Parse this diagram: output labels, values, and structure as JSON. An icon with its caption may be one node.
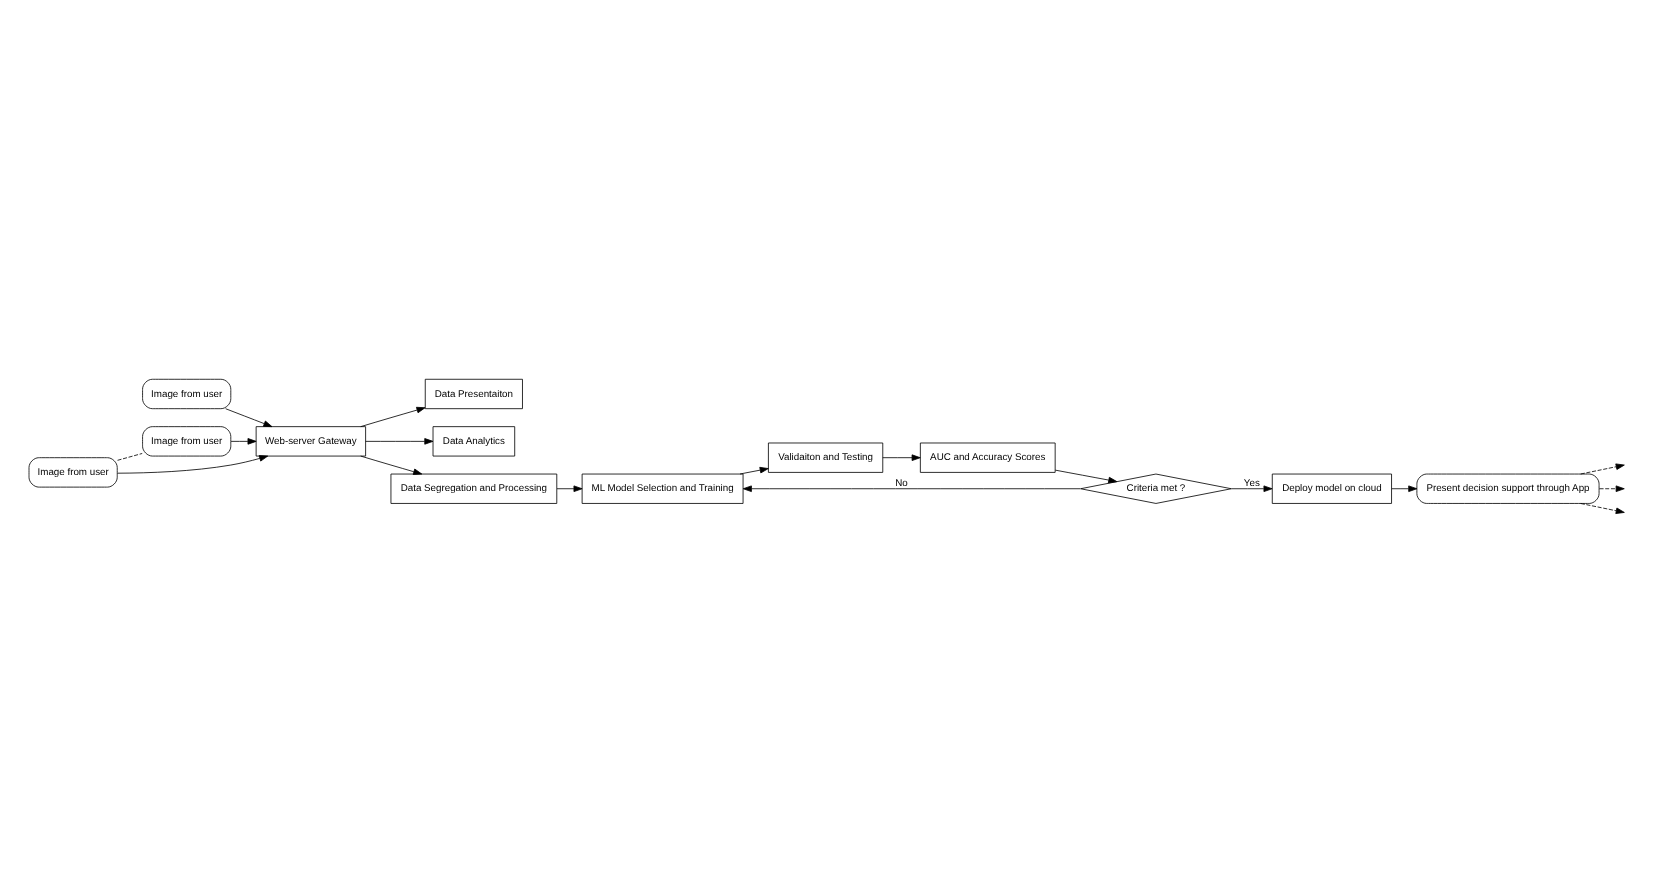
{
  "diagram": {
    "nodes": [
      {
        "text": [
          "Image from user"
        ]
      },
      {
        "text": [
          "Image from user"
        ]
      },
      {
        "text": [
          "Image from user"
        ]
      },
      {
        "text": [
          "Web-server Gateway"
        ]
      },
      {
        "text": [
          "Data Presentaiton"
        ]
      },
      {
        "text": [
          "Data Analytics"
        ]
      },
      {
        "text": [
          "Data Segregation and Processing"
        ]
      },
      {
        "text": [
          "ML Model Selection and Training"
        ]
      },
      {
        "text": [
          "Validaiton and Testing"
        ]
      },
      {
        "text": [
          "AUC and Accuracy Scores"
        ]
      },
      {
        "text": [
          "Criteria met ?"
        ]
      },
      {
        "text": [
          "Deploy model on cloud"
        ]
      },
      {
        "text": [
          "Present decision support through App"
        ]
      }
    ],
    "edges": [
      {
        "from": 0,
        "to": 3,
        "arrow": "to"
      },
      {
        "from": 1,
        "to": 3,
        "arrow": "to"
      },
      {
        "from": 1,
        "to": 2,
        "arrow": "none",
        "style": "dashed"
      },
      {
        "from": 2,
        "to": 3,
        "arrow": "to"
      },
      {
        "from": 3,
        "to": 4,
        "arrow": "to"
      },
      {
        "from": 3,
        "to": 5,
        "arrow": "to"
      },
      {
        "from": 3,
        "to": 6,
        "arrow": "to"
      },
      {
        "from": 6,
        "to": 7,
        "arrow": "to"
      },
      {
        "from": 7,
        "to": 8,
        "arrow": "to"
      },
      {
        "from": 8,
        "to": 9,
        "arrow": "to"
      },
      {
        "from": 9,
        "to": 10,
        "arrow": "to"
      },
      {
        "from": 10,
        "to": 11,
        "arrow": "to",
        "label": "Yes"
      },
      {
        "from": 10,
        "to": 7,
        "arrow": "to",
        "label": "No"
      },
      {
        "from": 11,
        "to": 12,
        "arrow": "to"
      },
      {
        "from": 12,
        "to": null,
        "arrow": "to",
        "style": "dashed"
      },
      {
        "from": 12,
        "to": null,
        "arrow": "to",
        "style": "dashed"
      },
      {
        "from": 12,
        "to": null,
        "arrow": "to",
        "style": "dashed"
      }
    ]
  }
}
